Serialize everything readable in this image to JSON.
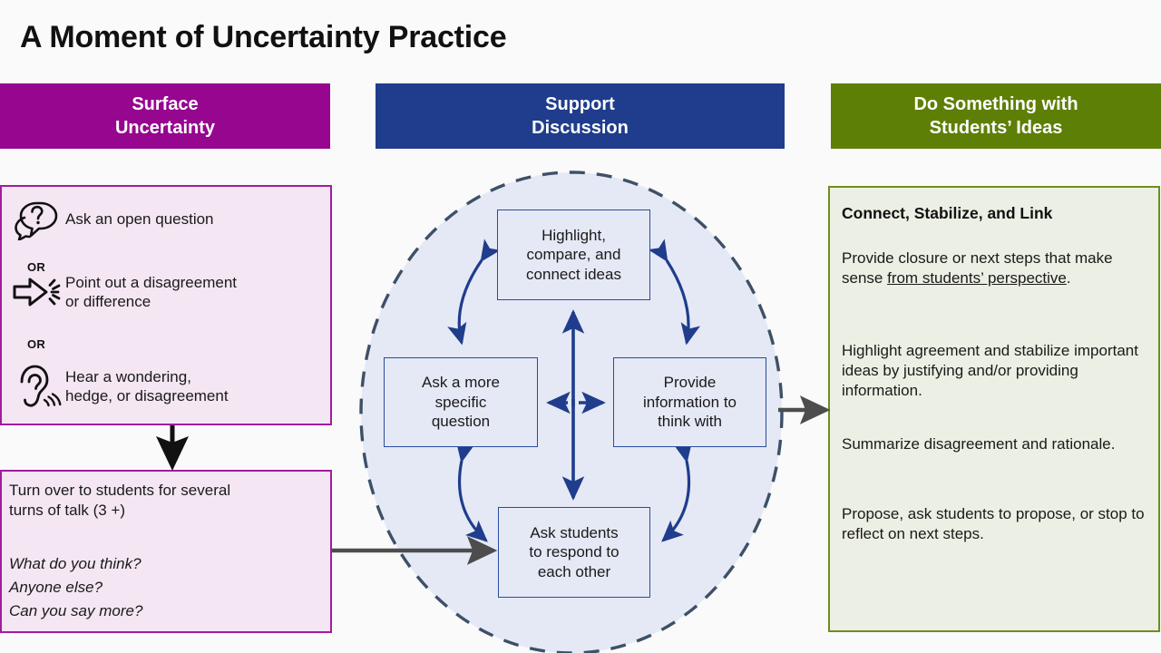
{
  "title": "A Moment of Uncertainty Practice",
  "colors": {
    "surface_header_bg": "#96068f",
    "support_header_bg": "#1f3d8c",
    "dosomething_header_bg": "#5e7f06",
    "pink_panel_bg": "#f4e6f3",
    "pink_panel_border": "#a21ca0",
    "green_panel_bg": "#ecefe3",
    "green_panel_border": "#6f8d20",
    "center_box_bg": "#e5e9f5",
    "center_box_border": "#2a4b9b",
    "ellipse_fill": "#e5e9f5",
    "ellipse_stroke": "#3d5068",
    "blue_arrow": "#1f3d8c",
    "gray_arrow": "#4d4d4d"
  },
  "columns": {
    "surface": {
      "header": "Surface\nUncertainty",
      "moves": [
        {
          "icon": "speech-bubble-question-icon",
          "text": "Ask an open question"
        },
        {
          "icon": "pointing-arrow-burst-icon",
          "text": "Point out a disagreement\nor difference"
        },
        {
          "icon": "listening-ear-icon",
          "text": "Hear a wondering,\nhedge, or disagreement"
        }
      ],
      "or_labels": [
        "OR",
        "OR"
      ],
      "turnover": {
        "main": "Turn over to students for several\nturns of talk (3 +)",
        "prompts": "What do you think?\nAnyone else?\nCan you say more?"
      }
    },
    "support": {
      "header": "Support\nDiscussion",
      "nodes": {
        "top": "Highlight,\ncompare, and\nconnect ideas",
        "left": "Ask a more\nspecific\nquestion",
        "right": "Provide\ninformation to\nthink with",
        "bottom": "Ask students\nto respond to\neach other"
      }
    },
    "dosomething": {
      "header": "Do Something with\nStudents’ Ideas",
      "panel": {
        "heading": "Connect, Stabilize, and Link",
        "paragraphs": [
          {
            "plain_prefix": "Provide closure or next steps that make sense ",
            "underlined": "from students’ perspective",
            "plain_suffix": "."
          },
          {
            "plain_prefix": "Highlight agreement and stabilize important ideas by justifying and/or providing information.",
            "underlined": "",
            "plain_suffix": ""
          },
          {
            "plain_prefix": "Summarize disagreement and rationale.",
            "underlined": "",
            "plain_suffix": ""
          },
          {
            "plain_prefix": "Propose, ask students to propose, or stop to reflect on next steps.",
            "underlined": "",
            "plain_suffix": ""
          }
        ]
      }
    }
  }
}
